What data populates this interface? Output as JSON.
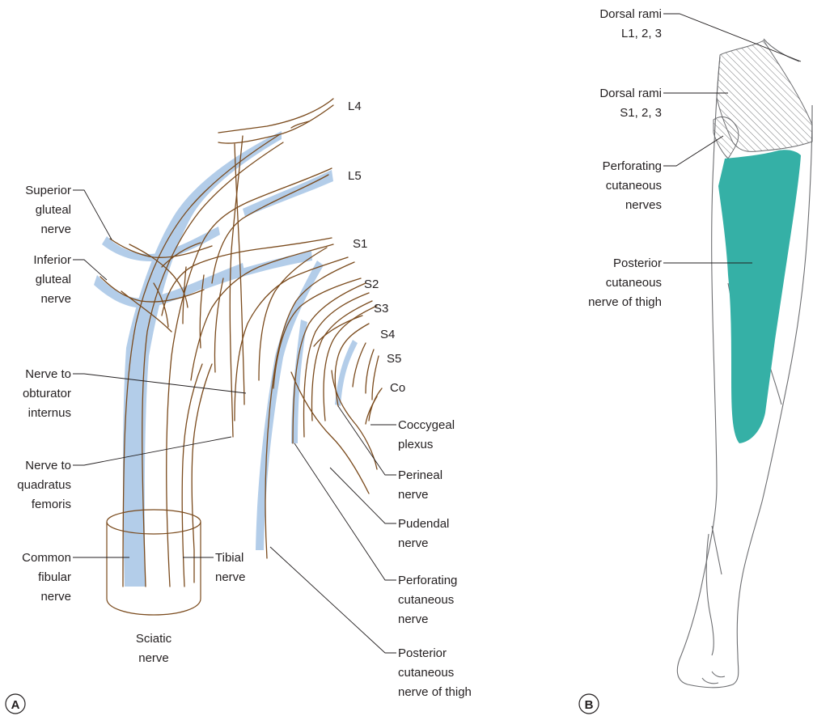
{
  "panel_a": {
    "letter": "A",
    "roots": [
      "L4",
      "L5",
      "S1",
      "S2",
      "S3",
      "S4",
      "S5",
      "Co"
    ],
    "left_labels": [
      [
        "Superior",
        "gluteal",
        "nerve"
      ],
      [
        "Inferior",
        "gluteal",
        "nerve"
      ],
      [
        "Nerve to",
        "obturator",
        "internus"
      ],
      [
        "Nerve to",
        "quadratus",
        "femoris"
      ],
      [
        "Common",
        "fibular",
        "nerve"
      ]
    ],
    "right_labels": [
      [
        "Coccygeal",
        "plexus"
      ],
      [
        "Perineal",
        "nerve"
      ],
      [
        "Pudendal",
        "nerve"
      ],
      [
        "Perforating",
        "cutaneous",
        "nerve"
      ],
      [
        "Posterior",
        "cutaneous",
        "nerve of thigh"
      ]
    ],
    "tibial_label": [
      "Tibial",
      "nerve"
    ],
    "sciatic_label": [
      "Sciatic",
      "nerve"
    ]
  },
  "panel_b": {
    "letter": "B",
    "labels": [
      [
        "Dorsal rami",
        "L1, 2, 3"
      ],
      [
        "Dorsal rami",
        "S1, 2, 3"
      ],
      [
        "Perforating",
        "cutaneous",
        "nerves"
      ],
      [
        "Posterior",
        "cutaneous",
        "nerve of thigh"
      ]
    ]
  },
  "colors": {
    "nerve": "#7a4a1c",
    "nerve_highlight": "#b3cde9",
    "posterior_cutaneous_area": "#35b0a6",
    "leader_line": "#231f20",
    "outline": "#6d6e71"
  }
}
